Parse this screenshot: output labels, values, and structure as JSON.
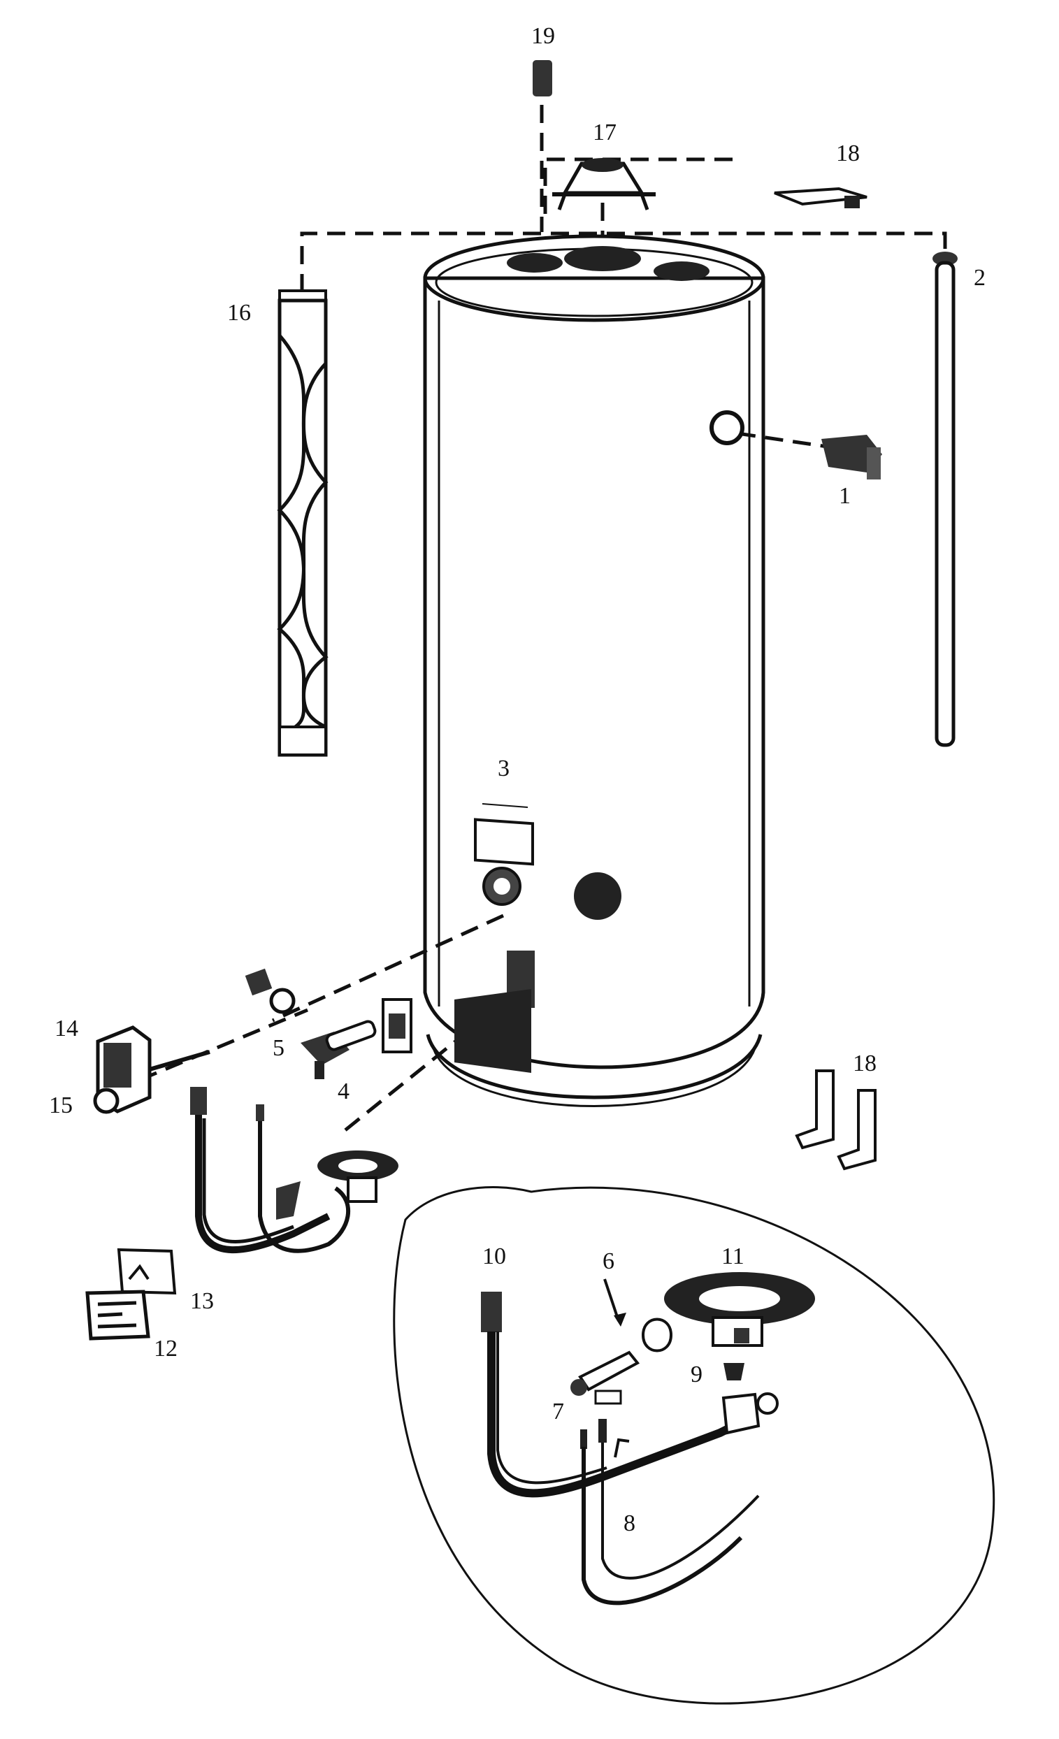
{
  "diagram": {
    "type": "exploded-parts-diagram",
    "subject": "gas water heater",
    "callouts": {
      "c1": "1",
      "c2": "2",
      "c3": "3",
      "c4": "4",
      "c5": "5",
      "c6": "6",
      "c7": "7",
      "c8": "8",
      "c9": "9",
      "c10": "10",
      "c11": "11",
      "c12": "12",
      "c13": "13",
      "c14": "14",
      "c15": "15",
      "c16": "16",
      "c17": "17",
      "c18a": "18",
      "c18b": "18",
      "c19": "19"
    }
  }
}
